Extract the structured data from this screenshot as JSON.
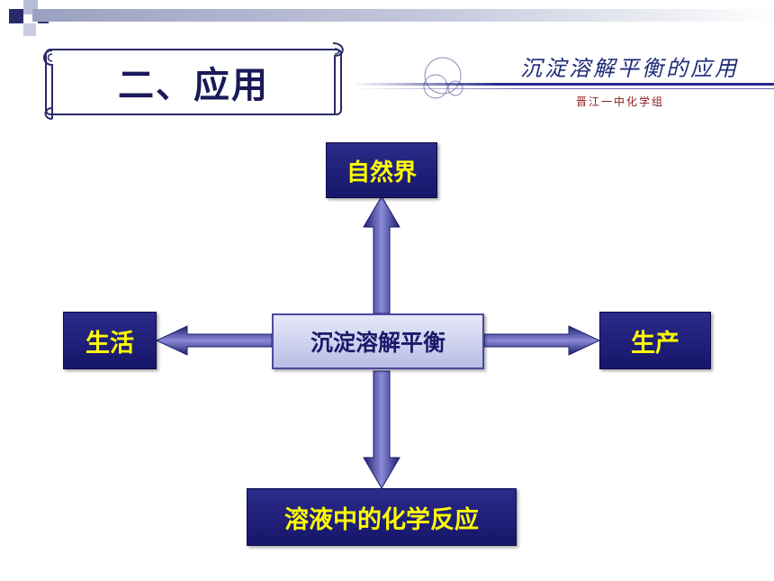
{
  "slide": {
    "heading": "二、应用",
    "banner_title": "沉淀溶解平衡的应用",
    "banner_subtitle": "晋江一中化学组"
  },
  "diagram": {
    "center": "沉淀溶解平衡",
    "top": "自然界",
    "left": "生活",
    "right": "生产",
    "bottom": "溶液中的化学反应"
  },
  "colors": {
    "node_fill": "#1e1e78",
    "node_text": "#ffff00",
    "center_fill": "#c8ccee",
    "center_text": "#1a1a6a",
    "arrow": "#3a3a9a"
  }
}
